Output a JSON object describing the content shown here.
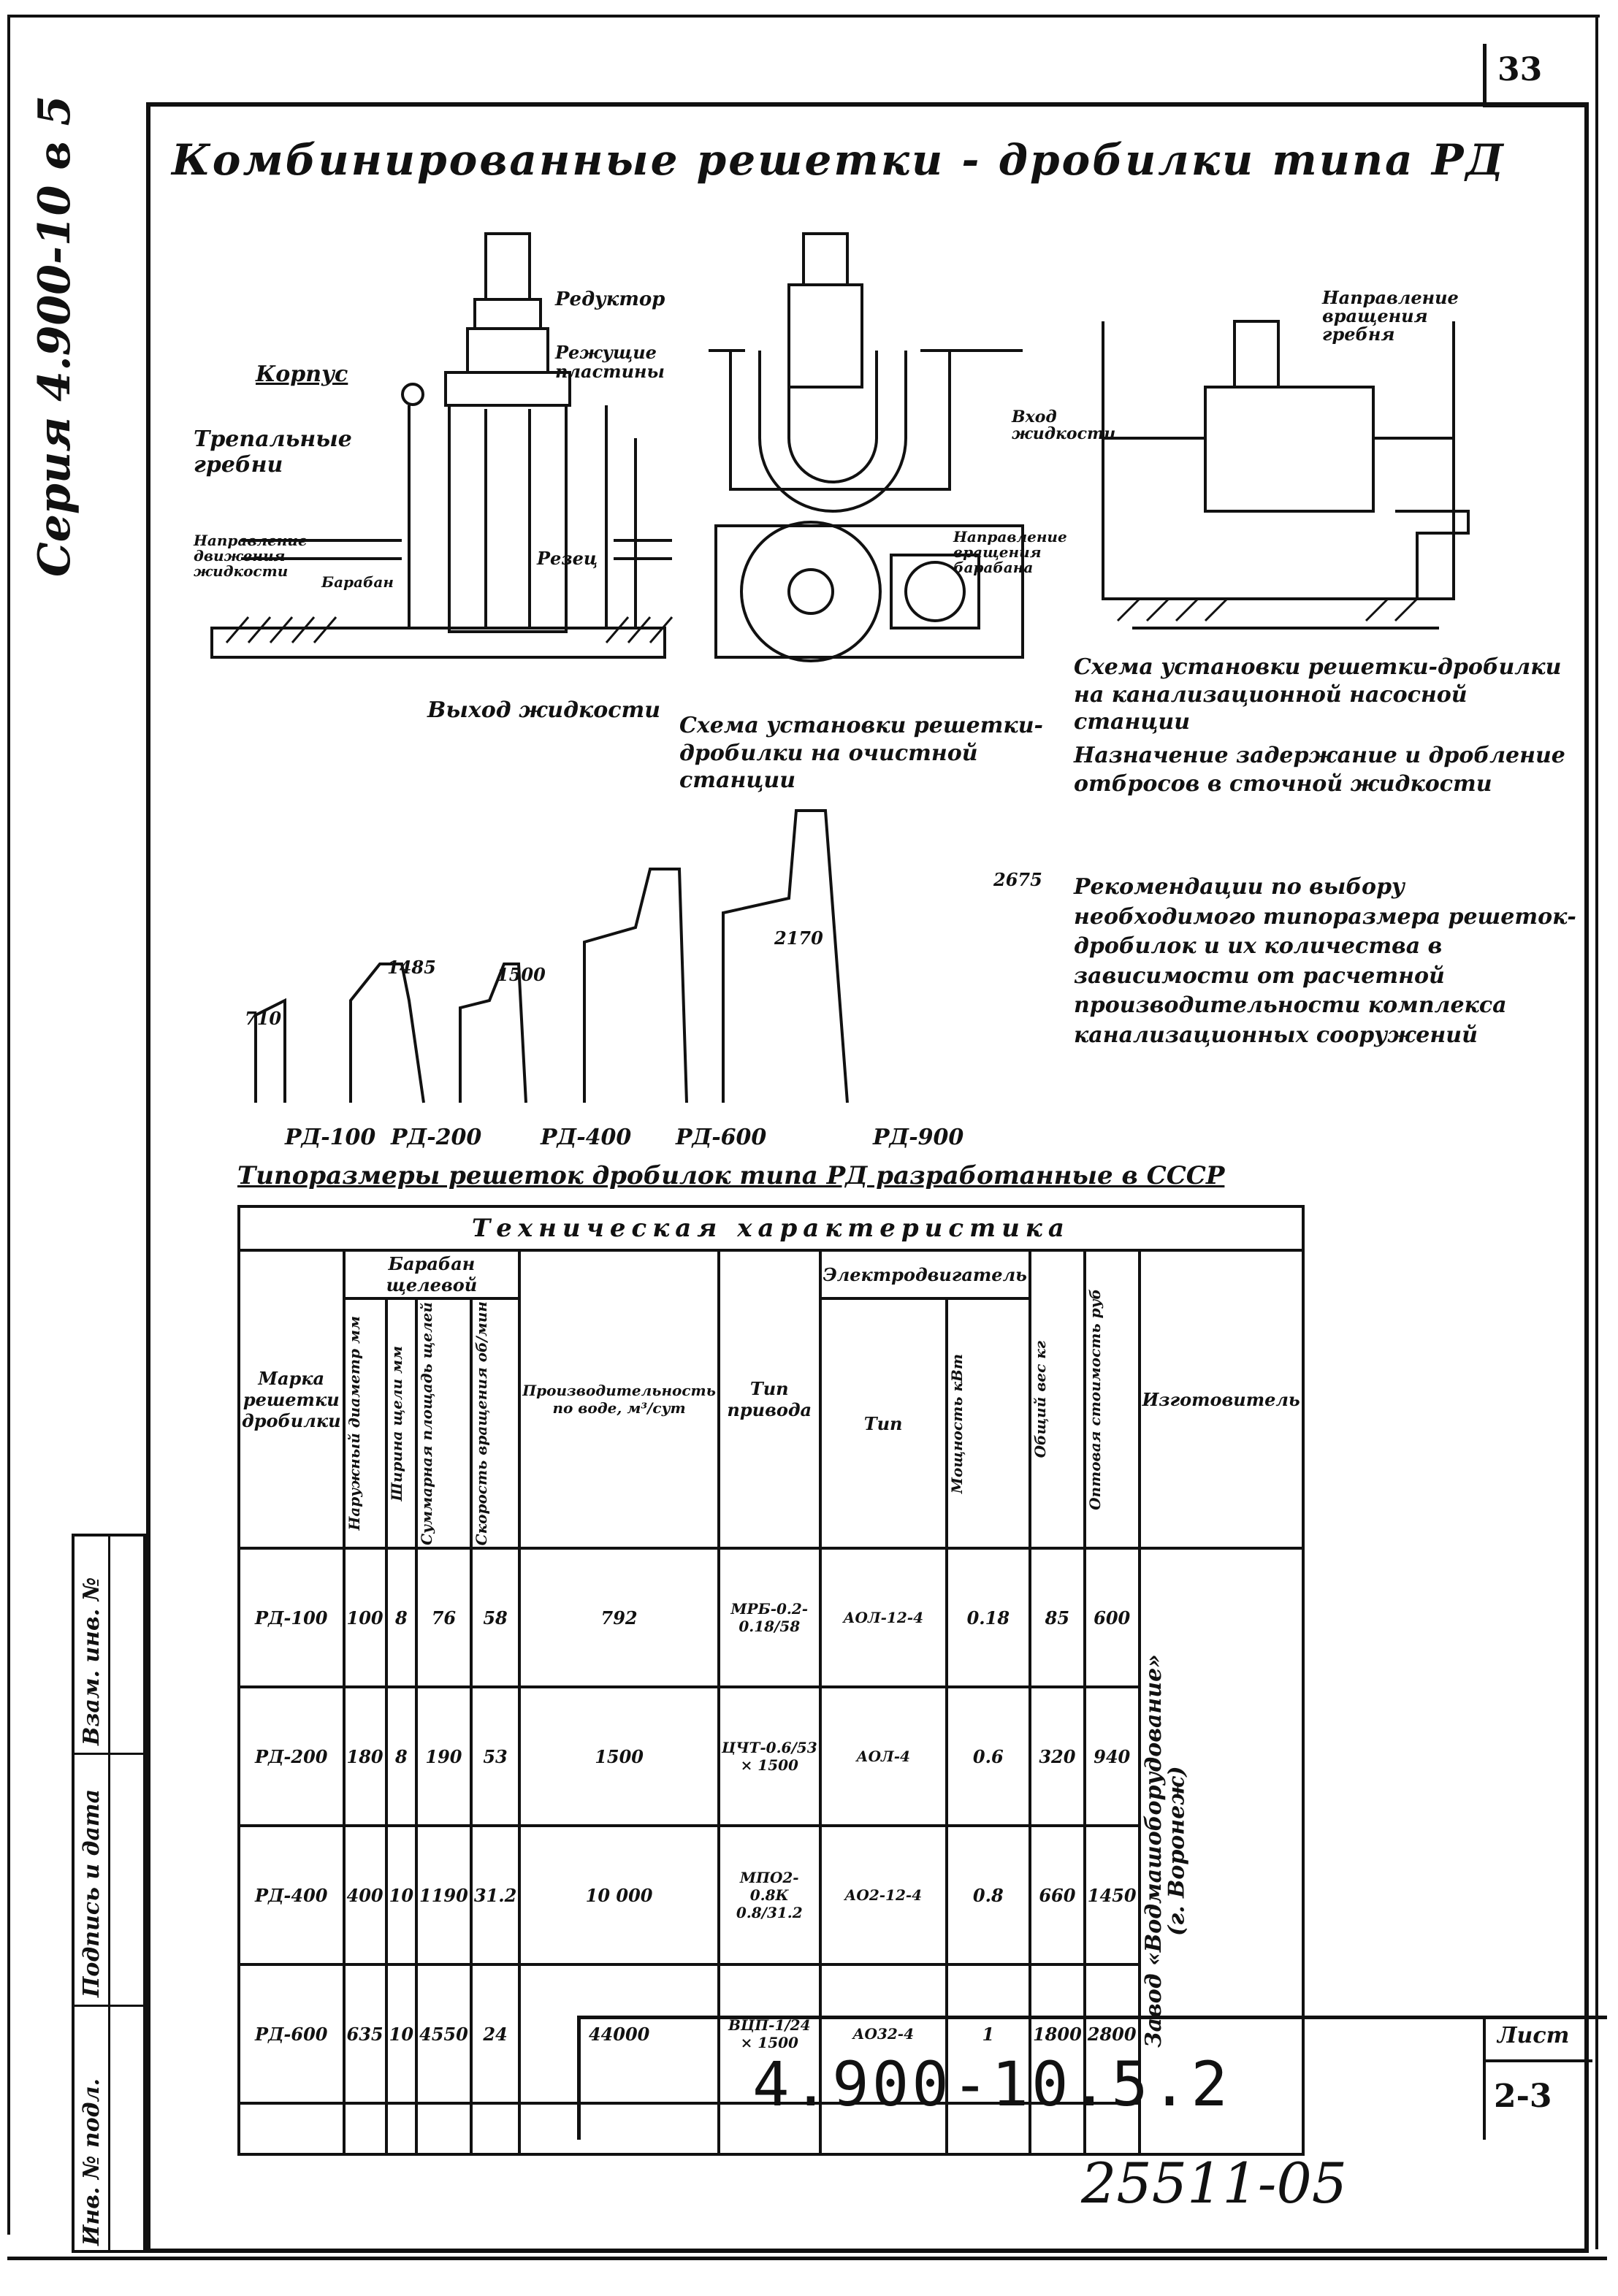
{
  "page_number": "33",
  "series_label": "Серия 4.900-10 в 5",
  "title": "Комбинированные решетки - дробилки типа РД",
  "drawing_labels": {
    "korpus": "Корпус",
    "trepalnye": "Трепальные гребни",
    "napravlenie_dvizheniya": "Направление движения жидкости",
    "baraban": "Барабан",
    "reduktor": "Редуктор",
    "rezhushchie": "Режущие пластины",
    "rezets": "Резец",
    "vykhod": "Выход жидкости",
    "napravlenie_vrashcheniya_barabana": "Направление вращения барабана",
    "napravlenie_vrashcheniya_grebnya": "Направление вращения гребня",
    "vkhod": "Вход жидкости"
  },
  "caption_station": "Схема установки решетки-дробилки на очистной станции",
  "caption_pump": "Схема установки решетки-дробилки на канализационной насосной станции",
  "purpose_text": "Назначение задержание и дробление отбросов в сточной жидкости",
  "recommendation_text": "Рекомендации по выбору необходимого типоразмера решеток-дробилок и их количества в зависимости от расчетной производительности комплекса канализационных сооружений",
  "models": [
    {
      "label": "РД-100",
      "dim": "710"
    },
    {
      "label": "РД-200",
      "dim": "1485"
    },
    {
      "label": "РД-400",
      "dim": "1500"
    },
    {
      "label": "РД-600",
      "dim": "2170"
    },
    {
      "label": "РД-900",
      "dim": "2675"
    }
  ],
  "table_caption": "Типоразмеры решеток дробилок типа РД разработанные в СССР",
  "table": {
    "group_header": "Техническая характеристика",
    "col_mark": "Марка решетки дробилки",
    "col_drum": "Барабан щелевой",
    "col_diam": "Наружный диаметр мм",
    "col_width": "Ширина щели мм",
    "col_area": "Суммарная площадь щелей",
    "col_speed": "Скорость вращения об/мин",
    "col_capacity": "Производительность по воде, м³/сут",
    "col_drive": "Тип привода",
    "col_motor": "Электродвигатель",
    "col_motor_type": "Тип",
    "col_power": "Мощность кВт",
    "col_weight": "Общий вес кг",
    "col_price": "Оптовая стоимость руб",
    "col_maker": "Изготовитель",
    "maker_value": "Завод «Водмашоборудование» (г. Воронеж)",
    "rows": [
      {
        "mark": "РД-100",
        "diam": "100",
        "width": "8",
        "area": "76",
        "speed": "58",
        "capacity": "792",
        "drive": "МРБ-0.2- 0.18/58",
        "motor": "АОЛ-12-4",
        "power": "0.18",
        "weight": "85",
        "price": "600"
      },
      {
        "mark": "РД-200",
        "diam": "180",
        "width": "8",
        "area": "190",
        "speed": "53",
        "capacity": "1500",
        "drive": "ЦЧТ-0.6/53 × 1500",
        "motor": "АОЛ-4",
        "power": "0.6",
        "weight": "320",
        "price": "940"
      },
      {
        "mark": "РД-400",
        "diam": "400",
        "width": "10",
        "area": "1190",
        "speed": "31.2",
        "capacity": "10 000",
        "drive": "МПО2-0.8К 0.8/31.2",
        "motor": "АО2-12-4",
        "power": "0.8",
        "weight": "660",
        "price": "1450"
      },
      {
        "mark": "РД-600",
        "diam": "635",
        "width": "10",
        "area": "4550",
        "speed": "24",
        "capacity": "44000",
        "drive": "ВЦП-1/24 × 1500",
        "motor": "АО32-4",
        "power": "1",
        "weight": "1800",
        "price": "2800"
      }
    ]
  },
  "side_stamp": {
    "inv_vzam": "Взам. инв. №",
    "podpis": "Подпись и дата",
    "inv_podl": "Инв. № подл."
  },
  "doc_code": "4.900-10.5.2",
  "sheet_label": "Лист",
  "sheet_value": "2-3",
  "archive_number": "25511-05"
}
